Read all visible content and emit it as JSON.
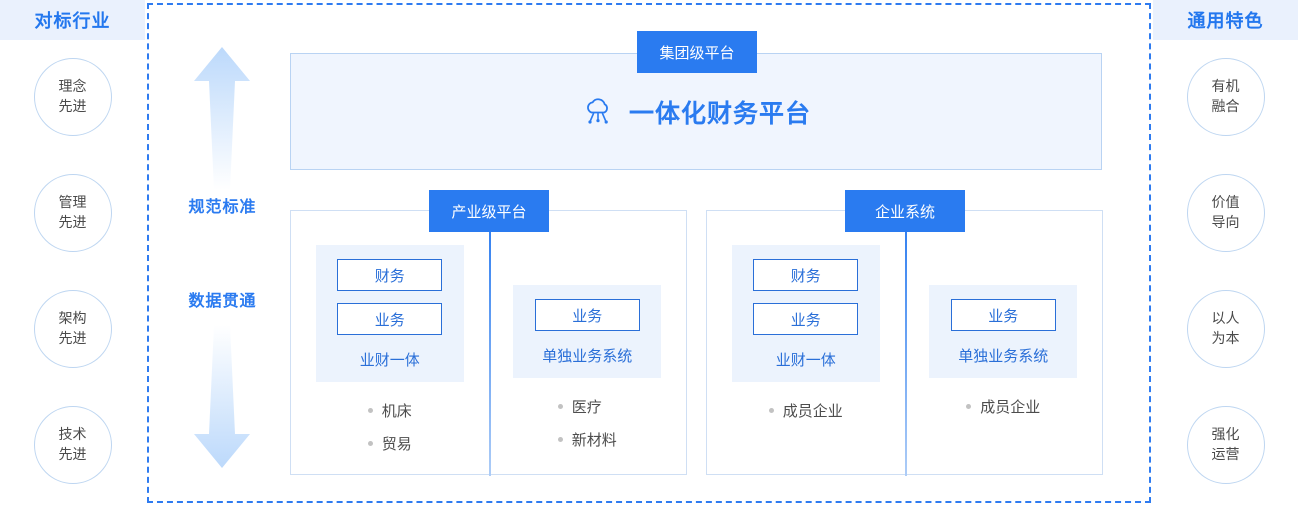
{
  "colors": {
    "accent_blue": "#2a7bf0",
    "badge_blue": "#2a7bf0",
    "header_bg": "#eaf1fd",
    "banner_bg": "#f0f5fe",
    "panel_border": "#cfdff4",
    "chip_border": "#2a6fd8",
    "stack_bg": "#ecf3fd",
    "circle_border": "#bed6f1",
    "bullet_dot": "#c2c2c2",
    "dashed_frame": "#2e7bf0"
  },
  "left_column": {
    "title": "对标行业",
    "items": [
      {
        "line1": "理念",
        "line2": "先进"
      },
      {
        "line1": "管理",
        "line2": "先进"
      },
      {
        "line1": "架构",
        "line2": "先进"
      },
      {
        "line1": "技术",
        "line2": "先进"
      }
    ]
  },
  "right_column": {
    "title": "通用特色",
    "items": [
      {
        "line1": "有机",
        "line2": "融合"
      },
      {
        "line1": "价值",
        "line2": "导向"
      },
      {
        "line1": "以人",
        "line2": "为本"
      },
      {
        "line1": "强化",
        "line2": "运营"
      }
    ]
  },
  "arrows": {
    "up": {
      "label": "规范标准",
      "direction": "up",
      "icon": "arrow-up-icon"
    },
    "down": {
      "label": "数据贯通",
      "direction": "down",
      "icon": "arrow-down-icon"
    }
  },
  "banner": {
    "badge": "集团级平台",
    "title": "一体化财务平台",
    "icon": "cloud-data-icon"
  },
  "panels": [
    {
      "badge": "产业级平台",
      "halves": [
        {
          "chips": [
            "财务",
            "业务"
          ],
          "caption": "业财一体",
          "bullets": [
            "机床",
            "贸易"
          ]
        },
        {
          "chips": [
            "业务"
          ],
          "caption": "单独业务系统",
          "bullets": [
            "医疗",
            "新材料"
          ]
        }
      ]
    },
    {
      "badge": "企业系统",
      "halves": [
        {
          "chips": [
            "财务",
            "业务"
          ],
          "caption": "业财一体",
          "bullets": [
            "成员企业"
          ]
        },
        {
          "chips": [
            "业务"
          ],
          "caption": "单独业务系统",
          "bullets": [
            "成员企业"
          ]
        }
      ]
    }
  ]
}
